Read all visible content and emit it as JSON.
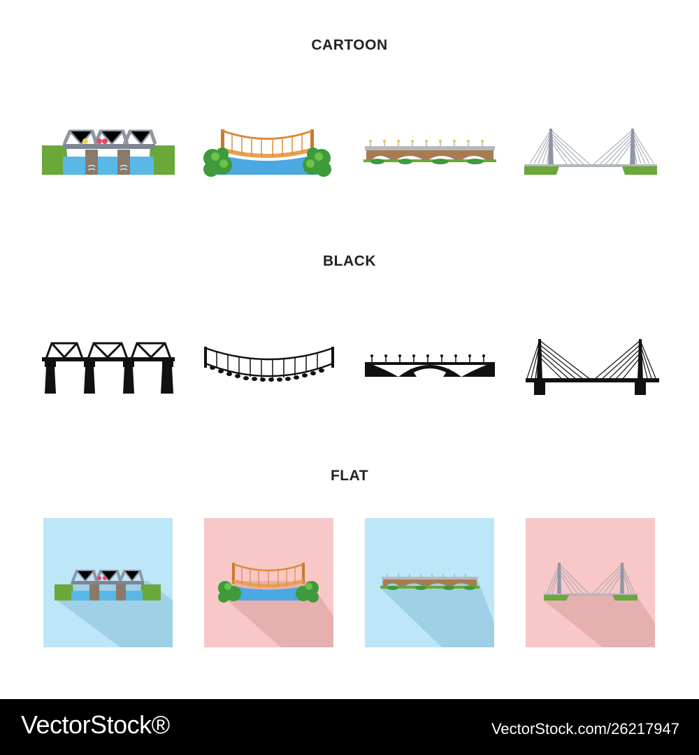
{
  "sections": {
    "cartoon": "CARTOON",
    "black": "BLACK",
    "flat": "FLAT"
  },
  "icons": [
    "truss-bridge-icon",
    "rope-bridge-icon",
    "arch-bridge-icon",
    "cable-stayed-bridge-icon"
  ],
  "colors": {
    "grass": "#6aa83a",
    "water": "#5ab8e6",
    "steel": "#8e96a3",
    "pier": "#8a7a6a",
    "rope": "#d98a3a",
    "black": "#111111",
    "flat_blue": "#bde6f8",
    "flat_pink": "#f8c7c7"
  },
  "watermark": {
    "logo": "VectorStock®",
    "id": "VectorStock.com/26217947"
  }
}
